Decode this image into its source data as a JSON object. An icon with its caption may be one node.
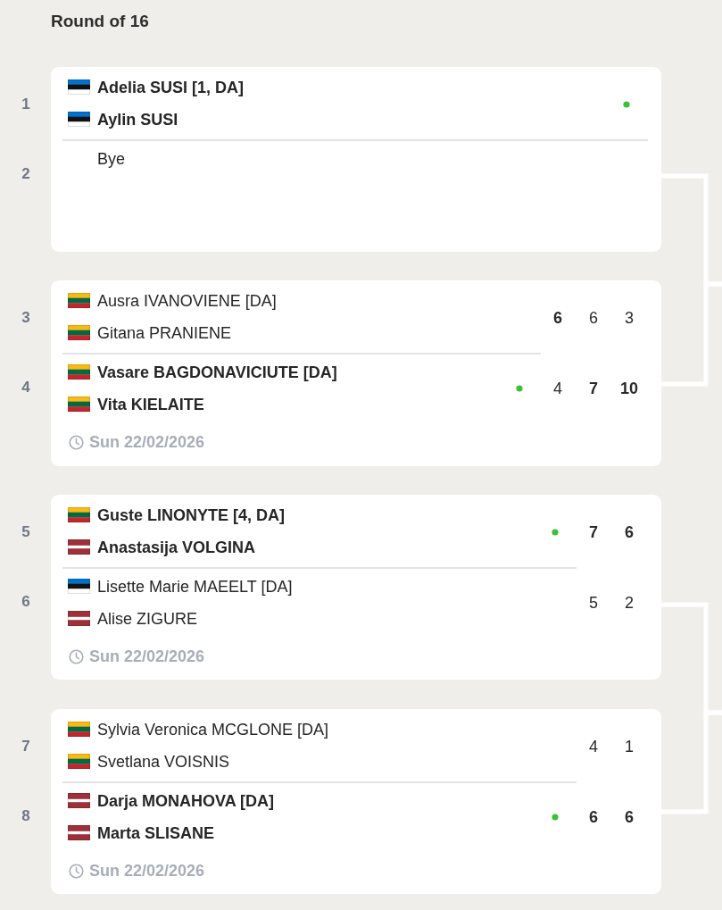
{
  "diagram": {
    "title": "Round of 16",
    "nodes": [
      {
        "text": [
          "Adelia SUSI [1, DA]",
          "Aylin SUSI",
          "Bye"
        ],
        "beside": [
          "1",
          "2"
        ]
      },
      {
        "text": [
          "Ausra IVANOVIENE [DA]",
          "Gitana PRANIENE",
          "6",
          "6",
          "3",
          "Vasare BAGDONAVICIUTE [DA]",
          "Vita KIELAITE",
          "4",
          "7",
          "10",
          "Sun 22/02/2026"
        ],
        "beside": [
          "3",
          "4"
        ]
      },
      {
        "text": [
          "Guste LINONYTE [4, DA]",
          "Anastasija VOLGINA",
          "7",
          "6",
          "Lisette Marie MAEELT [DA]",
          "Alise ZIGURE",
          "5",
          "2",
          "Sun 22/02/2026"
        ],
        "beside": [
          "5",
          "6"
        ]
      },
      {
        "text": [
          "Sylvia Veronica MCGLONE [DA]",
          "Svetlana VOISNIS",
          "4",
          "1",
          "Darja MONAHOVA [DA]",
          "Marta SLISANE",
          "6",
          "6",
          "Sun 22/02/2026"
        ],
        "beside": [
          "7",
          "8"
        ]
      }
    ],
    "edges": [
      {
        "from": 0,
        "to": null,
        "arrow": "none"
      },
      {
        "from": 1,
        "to": null,
        "arrow": "none"
      },
      {
        "from": 2,
        "to": null,
        "arrow": "none"
      },
      {
        "from": 3,
        "to": null,
        "arrow": "none"
      }
    ]
  }
}
